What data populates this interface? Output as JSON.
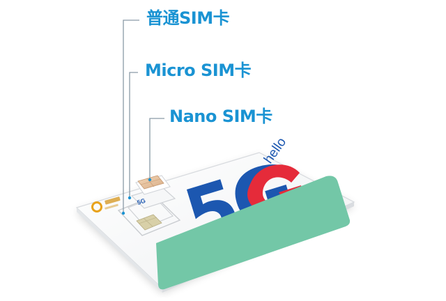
{
  "callouts": {
    "standard_sim": "普通SIM卡",
    "micro_sim": "Micro SIM卡",
    "nano_sim": "Nano SIM卡"
  },
  "card": {
    "logo_5g": "5G",
    "logo_hello": "hello"
  },
  "colors": {
    "callout_text": "#1a93d3",
    "leader_line": "#8a9aa6",
    "five_g_blue": "#1c57b0",
    "g_red": "#e52b3a",
    "redaction_green": "#73c7a7",
    "card_white": "#fbfbfc",
    "chip_gold": "#e9c7a4"
  }
}
